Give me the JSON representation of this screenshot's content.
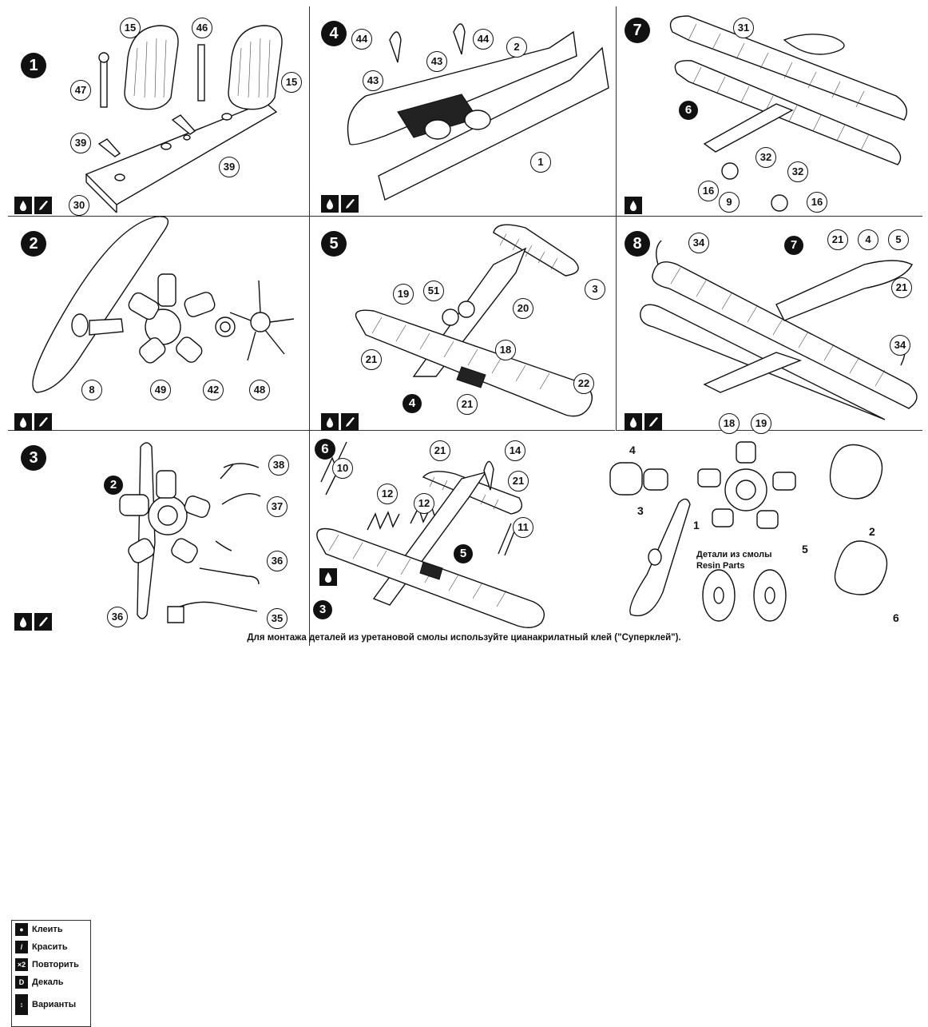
{
  "steps": {
    "s1": "1",
    "s2": "2",
    "s3": "3",
    "s4": "4",
    "s5": "5",
    "s6": "6",
    "s7": "7",
    "s8": "8"
  },
  "callouts": {
    "p1": [
      "15",
      "46",
      "15",
      "47",
      "39",
      "39",
      "30"
    ],
    "p4": [
      "44",
      "44",
      "2",
      "43",
      "43",
      "1"
    ],
    "p7": [
      "31",
      "6",
      "32",
      "32",
      "16",
      "9",
      "16"
    ],
    "p2": [
      "8",
      "49",
      "42",
      "48"
    ],
    "p5": [
      "3",
      "19",
      "51",
      "20",
      "18",
      "21",
      "22",
      "21",
      "4"
    ],
    "p8": [
      "34",
      "7",
      "21",
      "4",
      "5",
      "21",
      "34",
      "18",
      "19"
    ],
    "p3": [
      "38",
      "37",
      "2",
      "36",
      "36",
      "35"
    ],
    "p6": [
      "10",
      "12",
      "12",
      "21",
      "14",
      "21",
      "11",
      "5",
      "3"
    ],
    "resin": [
      "4",
      "3",
      "1",
      "2",
      "5",
      "6"
    ]
  },
  "legend": {
    "glue": "Клеить",
    "paint": "Красить",
    "repeat_icon": "×2",
    "repeat": "Повторить",
    "decal_icon": "D",
    "decal": "Декаль",
    "variants": "Варианты"
  },
  "resin_caption": {
    "line1": "Детали из смолы",
    "line2": "Resin Parts"
  },
  "footer": "Для монтажа деталей из уретановой смолы используйте цианакрилатный клей (\"Суперклей\")."
}
